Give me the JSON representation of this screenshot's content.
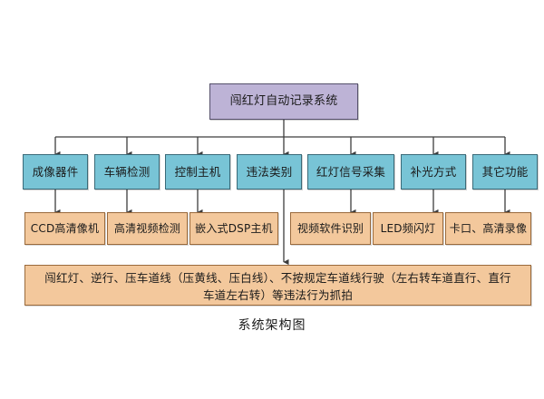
{
  "diagram": {
    "caption": "系统架构图",
    "root": {
      "label": "闯红灯自动记录系统",
      "color": "#bdb3d6"
    },
    "category_color": "#78c4d6",
    "implementation_color": "#f3c89c",
    "categories": [
      {
        "label": "成像器件"
      },
      {
        "label": "车辆检测"
      },
      {
        "label": "控制主机"
      },
      {
        "label": "违法类别"
      },
      {
        "label": "红灯信号采集"
      },
      {
        "label": "补光方式"
      },
      {
        "label": "其它功能"
      }
    ],
    "implementations": [
      {
        "label": "CCD高清像机"
      },
      {
        "label": "高清视频检测"
      },
      {
        "label": "嵌入式DSP主机"
      },
      {
        "label": "视频软件识别"
      },
      {
        "label": "LED频闪灯"
      },
      {
        "label": "卡口、高清录像"
      }
    ],
    "detail": {
      "line1": "闯红灯、逆行、压车道线（压黄线、压白线）、不按规定车道线行驶（左右转车道直行、直行",
      "line2": "车道左右转）等违法行为抓拍"
    }
  }
}
